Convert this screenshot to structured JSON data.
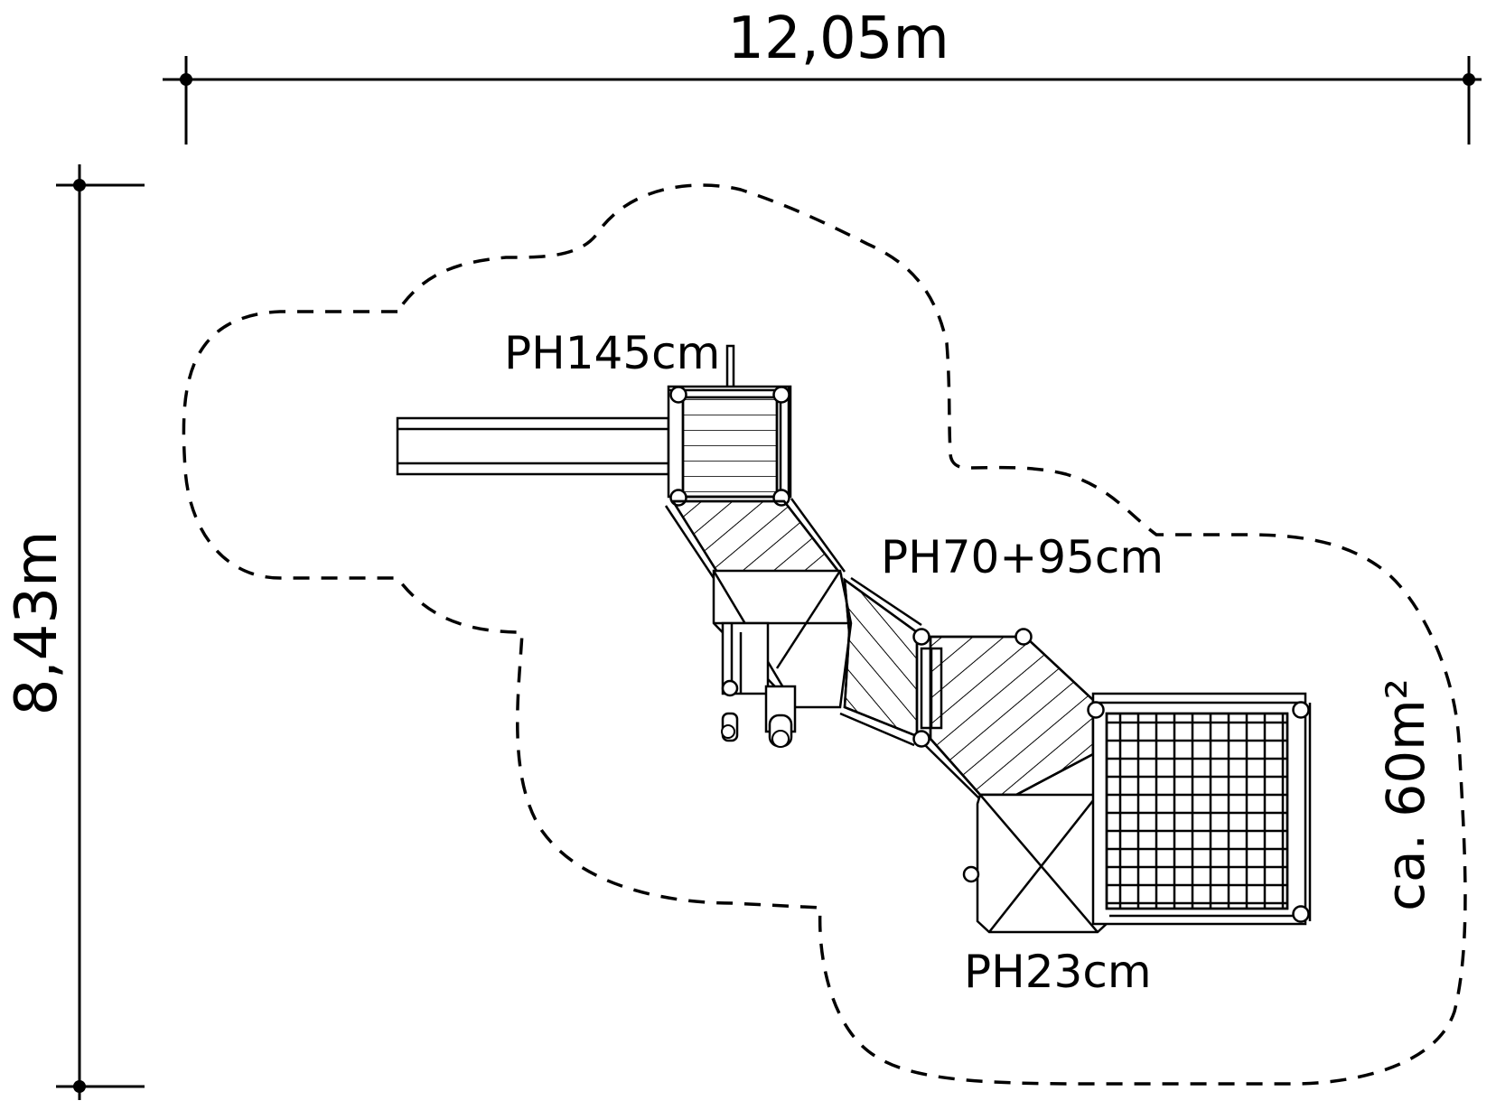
{
  "dimensions": {
    "width_label": "12,05m",
    "height_label": "8,43m",
    "area_label": "ca. 60m²"
  },
  "platforms": {
    "high": "PH145cm",
    "mid": "PH70+95cm",
    "low": "PH23cm"
  },
  "colors": {
    "ink": "#000000",
    "background": "#ffffff"
  }
}
